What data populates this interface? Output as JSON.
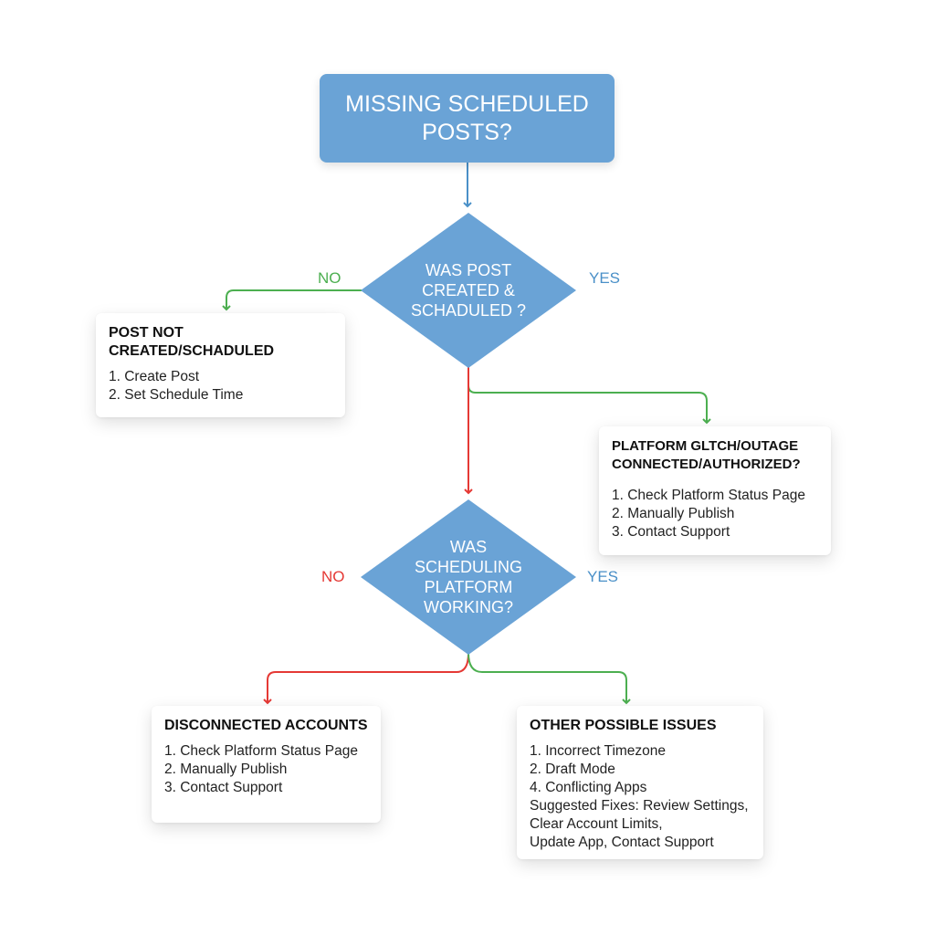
{
  "start": {
    "text": "Missing Scheduled Posts?"
  },
  "decision1": {
    "text": "Was Post Created & Schaduled ?"
  },
  "decision2": {
    "text": "Was Scheduling Platform Working?"
  },
  "labels": {
    "d1_no": "NO",
    "d1_yes": "YES",
    "d2_no": "NO",
    "d2_yes": "YES"
  },
  "cards": {
    "not_created": {
      "title": "Post Not Created/Schaduled",
      "items": [
        "1. Create Post",
        "2. Set Schedule Time"
      ]
    },
    "platform_glitch": {
      "title": "Platform Gltch/Outage\nConnected/Authorized?",
      "items": [
        "1. Check Platform Status Page",
        "2. Manually Publish",
        "3. Contact Support"
      ]
    },
    "disconnected": {
      "title": "Disconnected Accounts",
      "items": [
        "1. Check Platform Status Page",
        "2. Manually Publish",
        "3. Contact Support"
      ]
    },
    "other_issues": {
      "title": "Other Possible Issues",
      "items": [
        "1. Incorrect Timezone",
        "2. Draft Mode",
        "4. Conflicting Apps",
        "Suggested Fixes: Review Settings,",
        "Clear Account Limits,",
        "Update App, Contact Support"
      ]
    }
  },
  "colors": {
    "box_blue": "#6aa3d6",
    "arrow_blue": "#4a90c8",
    "arrow_green": "#4caf50",
    "arrow_red": "#e53935"
  }
}
